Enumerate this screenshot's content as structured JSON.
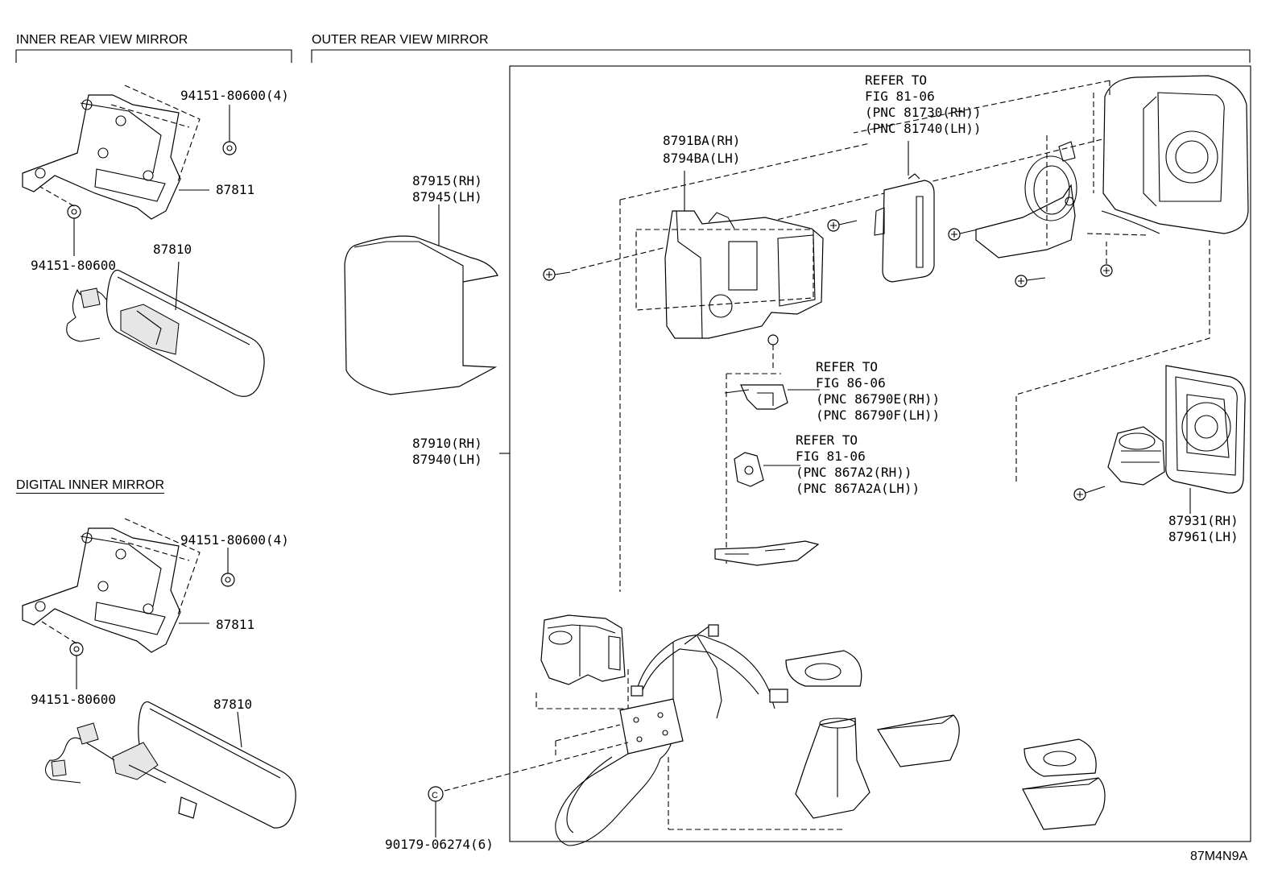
{
  "sections": {
    "inner": "INNER REAR VIEW MIRROR",
    "outer": "OUTER REAR VIEW MIRROR",
    "digital": "DIGITAL INNER MIRROR"
  },
  "labels": {
    "inner_nut_top": "94151-80600(4)",
    "inner_bracket": "87811",
    "inner_nut_bottom": "94151-80600",
    "inner_mirror": "87810",
    "digital_nut_top": "94151-80600(4)",
    "digital_bracket": "87811",
    "digital_nut_bottom": "94151-80600",
    "digital_mirror": "87810",
    "cover_rh": "87915(RH)",
    "cover_lh": "87945(LH)",
    "assy_rh": "87910(RH)",
    "assy_lh": "87940(LH)",
    "clip": "90179-06274(6)",
    "housing_rh": "8791BA(RH)",
    "housing_lh": "8794BA(LH)",
    "ref1_l1": "REFER TO",
    "ref1_l2": "FIG 81-06",
    "ref1_l3": "(PNC 81730(RH))",
    "ref1_l4": "(PNC 81740(LH))",
    "ref2_l1": "REFER TO",
    "ref2_l2": "FIG 86-06",
    "ref2_l3": "(PNC 86790E(RH))",
    "ref2_l4": "(PNC 86790F(LH))",
    "ref3_l1": "REFER TO",
    "ref3_l2": "FIG 81-06",
    "ref3_l3": "(PNC 867A2(RH))",
    "ref3_l4": "(PNC 867A2A(LH))",
    "glass_rh": "87931(RH)",
    "glass_lh": "87961(LH)"
  },
  "diagram_code": "87M4N9A"
}
